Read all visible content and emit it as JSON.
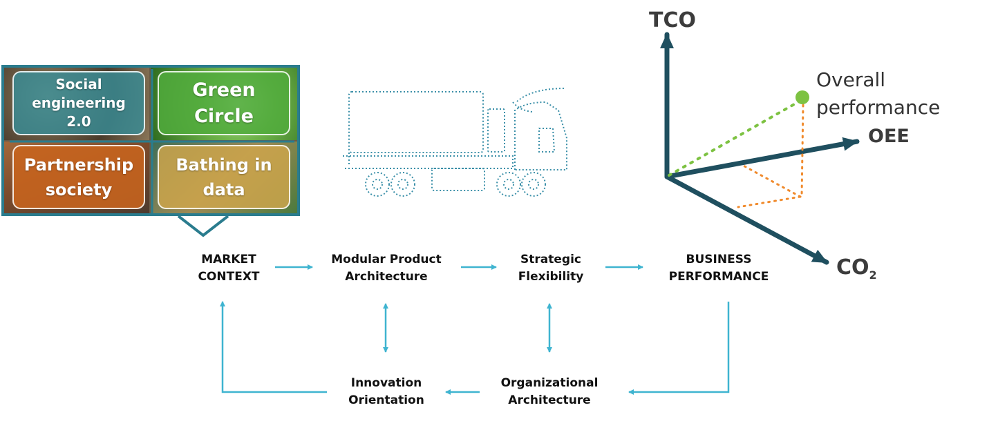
{
  "scenarios": {
    "social": "Social\nengineering\n2.0",
    "green": "Green\nCircle",
    "partnership": "Partnership\nsociety",
    "bathing": "Bathing in\ndata"
  },
  "flow": {
    "market": "MARKET\nCONTEXT",
    "modular": "Modular Product\nArchitecture",
    "strategic": "Strategic\nFlexibility",
    "business": "BUSINESS\nPERFORMANCE",
    "innovation": "Innovation\nOrientation",
    "organizational": "Organizational\nArchitecture"
  },
  "axes": {
    "tco": "TCO",
    "oee": "OEE",
    "co2_main": "CO",
    "co2_sub": "2",
    "overall": "Overall\nperformance"
  },
  "colors": {
    "flow_arrow": "#3fb4d0",
    "axis": "#1f4f5f",
    "frame": "#2a7c8e",
    "truck": "#3a8fa8",
    "green_dots": "#7dc242",
    "orange_dots": "#f08a2c"
  }
}
